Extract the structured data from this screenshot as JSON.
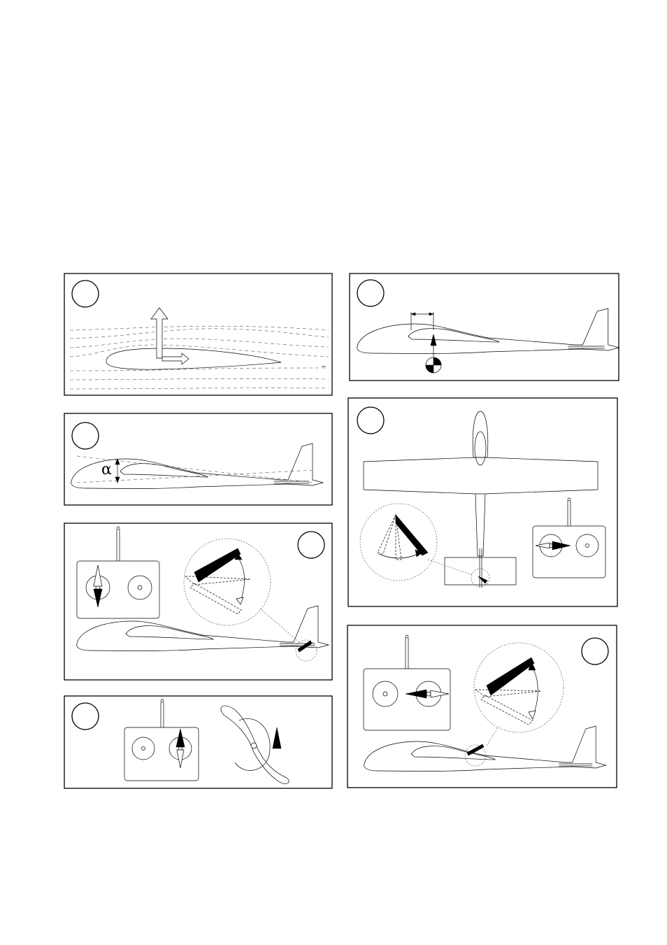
{
  "panels": [
    {
      "id": "airflow-lift",
      "badge": ""
    },
    {
      "id": "angle-of-attack",
      "badge": ""
    },
    {
      "id": "elevator-control",
      "badge": ""
    },
    {
      "id": "throttle-propeller",
      "badge": ""
    },
    {
      "id": "center-of-gravity",
      "badge": ""
    },
    {
      "id": "rudder-control-top",
      "badge": ""
    },
    {
      "id": "elevator-right-stick",
      "badge": ""
    }
  ],
  "symbols": {
    "alpha": "α"
  },
  "icons": {
    "transmitter": "transmitter-icon",
    "cg_marker": "center-of-gravity-icon",
    "propeller": "propeller-icon",
    "control_surface": "control-surface-zoom-icon"
  },
  "colors": {
    "line": "#000000",
    "background": "#ffffff"
  }
}
